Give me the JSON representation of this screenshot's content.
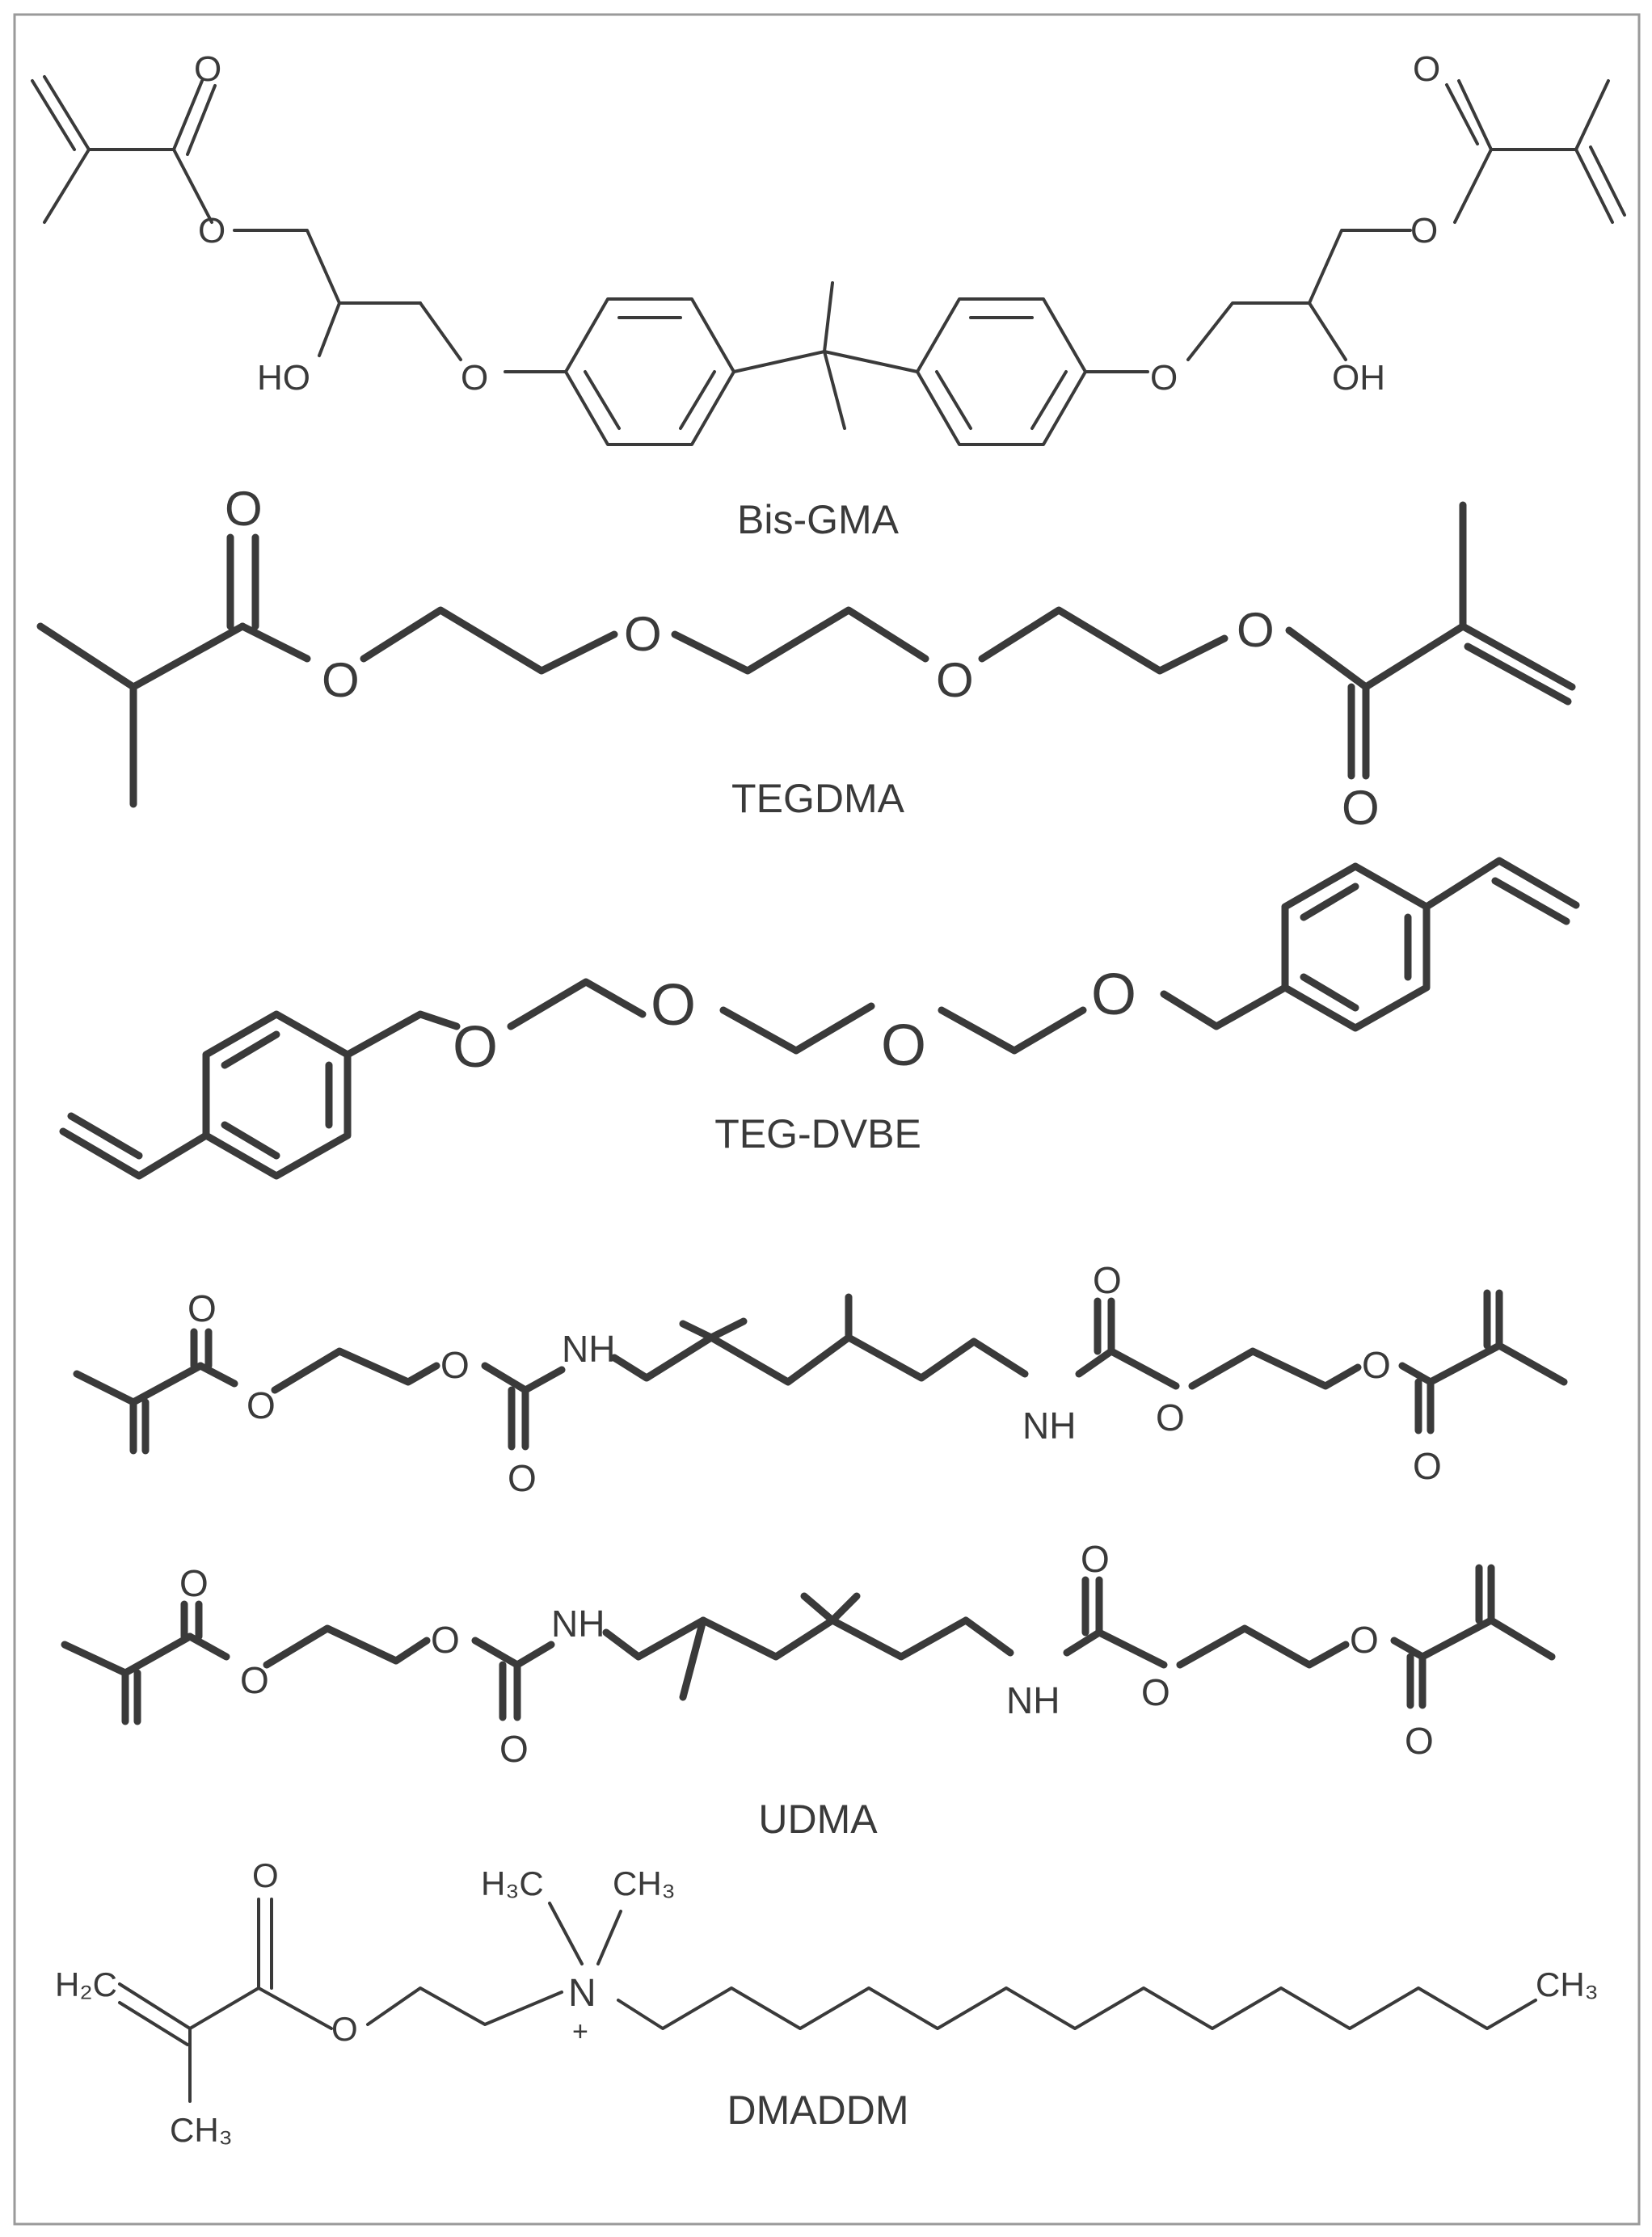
{
  "figure": {
    "molecules": [
      {
        "id": "bisgma",
        "name": "Bis-GMA",
        "atoms": {
          "o_l1": "O",
          "o_l2": "O",
          "ho": "HO",
          "o_l3": "O",
          "o_r3": "O",
          "oh": "OH",
          "o_r2": "O",
          "o_r1": "O"
        }
      },
      {
        "id": "tegdma",
        "name": "TEGDMA",
        "atoms": {
          "o1": "O",
          "o2": "O",
          "o3": "O",
          "o4": "O",
          "o5": "O",
          "o6": "O"
        }
      },
      {
        "id": "tegdvbe",
        "name": "TEG-DVBE",
        "atoms": {
          "o1": "O",
          "o2": "O",
          "o3": "O",
          "o4": "O"
        }
      },
      {
        "id": "udma1",
        "name": "",
        "atoms": {
          "o1": "O",
          "o2": "O",
          "o3": "O",
          "nh1": "NH",
          "o4": "O",
          "nh2": "NH",
          "o5": "O",
          "o6": "O",
          "o7": "O",
          "o8": "O"
        }
      },
      {
        "id": "udma2",
        "name": "UDMA",
        "atoms": {
          "o1": "O",
          "o2": "O",
          "o3": "O",
          "nh1": "NH",
          "o4": "O",
          "nh2": "NH",
          "o5": "O",
          "o6": "O",
          "o7": "O",
          "o8": "O"
        }
      },
      {
        "id": "dmaddm",
        "name": "DMADDM",
        "atoms": {
          "o1": "O",
          "h2c": "H₂C",
          "o2": "O",
          "ch3_me": "CH₃",
          "h3c": "H₃C",
          "ch3_n": "CH₃",
          "n": "N",
          "plus": "+",
          "ch3_end": "CH₃"
        }
      }
    ]
  }
}
